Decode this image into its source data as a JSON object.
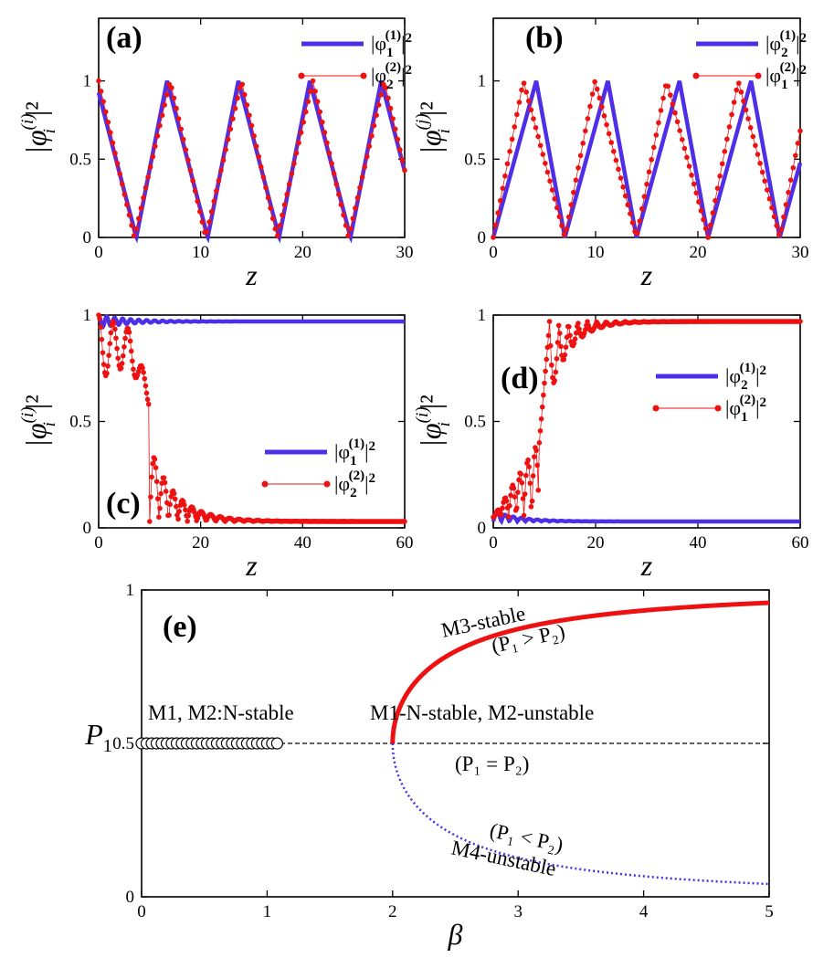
{
  "colors": {
    "blue": "#4f2ee8",
    "red": "#ee1111",
    "black": "#000000"
  },
  "chart_data": [
    {
      "panel": "(a)",
      "type": "line",
      "xlabel": "z",
      "ylabel": "|φ_i^(i)|²",
      "xlim": [
        0,
        30
      ],
      "ylim": [
        0,
        1.4
      ],
      "xticks": [
        "0",
        "10",
        "20",
        "30"
      ],
      "yticks": [
        "0",
        "0.5",
        "1"
      ],
      "legend_position": "top-right",
      "series": [
        {
          "name": "|φ1(1)|2",
          "style": "solid",
          "color": "blue",
          "kind": "a1"
        },
        {
          "name": "|φ2(2)|2",
          "style": "dots",
          "color": "red",
          "kind": "a2"
        }
      ]
    },
    {
      "panel": "(b)",
      "type": "line",
      "xlabel": "z",
      "ylabel": "|φ_i^(j)|²",
      "xlim": [
        0,
        30
      ],
      "ylim": [
        0,
        1.4
      ],
      "xticks": [
        "0",
        "10",
        "20",
        "30"
      ],
      "yticks": [
        "0",
        "0.5",
        "1"
      ],
      "legend_position": "top-right",
      "series": [
        {
          "name": "|φ2(1)|2",
          "style": "solid",
          "color": "blue",
          "kind": "b1"
        },
        {
          "name": "|φ1(2)|2",
          "style": "dots",
          "color": "red",
          "kind": "b2"
        }
      ]
    },
    {
      "panel": "(c)",
      "type": "line",
      "xlabel": "z",
      "ylabel": "|φ_i^(i)|²",
      "xlim": [
        0,
        60
      ],
      "ylim": [
        0,
        1
      ],
      "xticks": [
        "0",
        "20",
        "40",
        "60"
      ],
      "yticks": [
        "0",
        "0.5",
        "1"
      ],
      "legend_position": "center-right",
      "series": [
        {
          "name": "|φ1(1)|2",
          "style": "solid",
          "color": "blue",
          "kind": "c1"
        },
        {
          "name": "|φ2(2)|2",
          "style": "dots",
          "color": "red",
          "kind": "c2"
        }
      ]
    },
    {
      "panel": "(d)",
      "type": "line",
      "xlabel": "z",
      "ylabel": "|φ_i^(i)|²",
      "xlim": [
        0,
        60
      ],
      "ylim": [
        0,
        1
      ],
      "xticks": [
        "0",
        "20",
        "40",
        "60"
      ],
      "yticks": [
        "0",
        "0.5",
        "1"
      ],
      "legend_position": "upper-right",
      "series": [
        {
          "name": "|φ2(1)|2",
          "style": "solid",
          "color": "blue",
          "kind": "d1"
        },
        {
          "name": "|φ1(2)|2",
          "style": "dots",
          "color": "red",
          "kind": "d2"
        }
      ]
    },
    {
      "panel": "(e)",
      "type": "line",
      "xlabel": "β",
      "ylabel": "P1",
      "xlim": [
        0,
        5
      ],
      "ylim": [
        0,
        1
      ],
      "xticks": [
        "0",
        "1",
        "2",
        "3",
        "4",
        "5"
      ],
      "yticks": [
        "0",
        "0.5",
        "1"
      ],
      "series": [
        {
          "label": "P1 = P2",
          "style": "dashed",
          "color": "black",
          "x": [
            0,
            5
          ],
          "y": [
            0.5,
            0.5
          ]
        },
        {
          "label": "M3-stable (P1 > P2)",
          "style": "solid",
          "color": "red",
          "formula": "P1 = (1 + sqrt(1 - 4/β²))/2",
          "x_range": [
            2,
            5
          ]
        },
        {
          "label": "M4-unstable (P1 < P2)",
          "style": "dotted",
          "color": "blue",
          "formula": "P1 = (1 - sqrt(1 - 4/β²))/2",
          "x_range": [
            2,
            5
          ]
        },
        {
          "label": "M1, M2:N-stable",
          "style": "open-circles",
          "color": "black",
          "x_range": [
            0,
            1.1
          ],
          "y": 0.5
        }
      ],
      "annotations": {
        "m1m2": "M1, M2:N-stable",
        "m1n": "M1-N-stable, M2-unstable",
        "m3": "M3-stable",
        "m3cond": "(P₁ > P₂)",
        "eq": "(P₁ = P₂)",
        "m4cond": "(P₁ < P₂)",
        "m4": "M4-unstable"
      }
    }
  ]
}
